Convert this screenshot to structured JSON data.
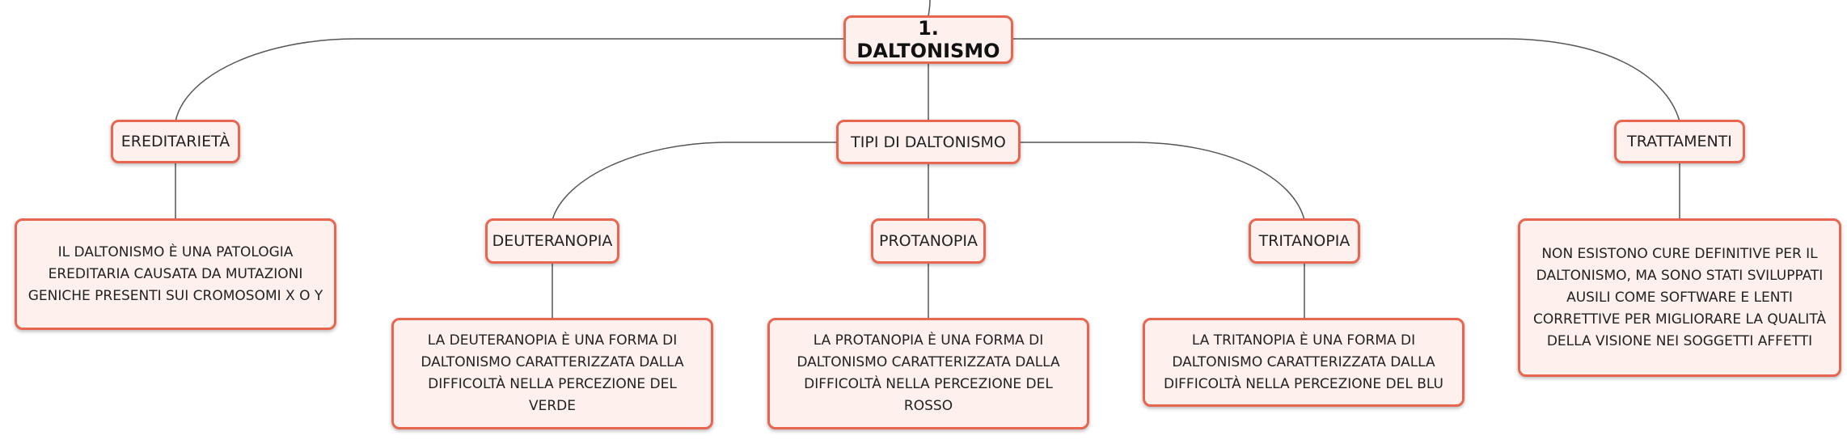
{
  "root": {
    "label": "1. DALTONISMO"
  },
  "branches": {
    "ereditarieta": {
      "label": "EREDITARIETÀ",
      "text": "IL DALTONISMO È UNA PATOLOGIA EREDITARIA CAUSATA DA MUTAZIONI GENICHE PRESENTI SUI CROMOSOMI X O Y"
    },
    "tipi": {
      "label": "TIPI DI DALTONISMO",
      "deuteranopia": {
        "label": "DEUTERANOPIA",
        "text": "LA DEUTERANOPIA È UNA FORMA DI DALTONISMO CARATTERIZZATA DALLA DIFFICOLTÀ NELLA PERCEZIONE DEL VERDE"
      },
      "protanopia": {
        "label": "PROTANOPIA",
        "text": "LA PROTANOPIA È UNA FORMA DI DALTONISMO CARATTERIZZATA DALLA DIFFICOLTÀ NELLA PERCEZIONE DEL ROSSO"
      },
      "tritanopia": {
        "label": "TRITANOPIA",
        "text": "LA TRITANOPIA È UNA FORMA DI DALTONISMO CARATTERIZZATA DALLA DIFFICOLTÀ NELLA PERCEZIONE DEL BLU"
      }
    },
    "trattamenti": {
      "label": "TRATTAMENTI",
      "text": "NON ESISTONO CURE DEFINITIVE PER IL DALTONISMO, MA SONO STATI SVILUPPATI AUSILI COME SOFTWARE E LENTI CORRETTIVE PER MIGLIORARE LA QUALITÀ DELLA VISIONE NEI SOGGETTI AFFETTI"
    }
  },
  "colors": {
    "node_border": "#e8664f",
    "node_fill": "#fdf0ed",
    "connector": "#555555"
  }
}
